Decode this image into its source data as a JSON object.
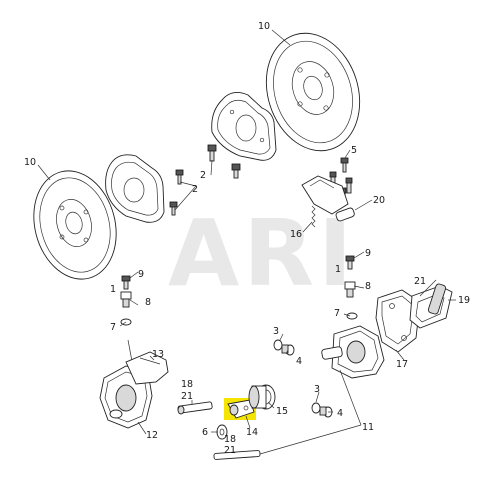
{
  "watermark": "ARI",
  "callouts": {
    "c10a": "10",
    "c10b": "10",
    "c2a": "2",
    "c2b": "2",
    "c5": "5",
    "c16": "16",
    "c20": "20",
    "c9a": "9",
    "c9b": "9",
    "c1a": "1",
    "c1b": "1",
    "c8a": "8",
    "c8b": "8",
    "c7a": "7",
    "c7b": "7",
    "c13": "13",
    "c12": "12",
    "c18a": "18",
    "c21a": "21",
    "c6": "6",
    "c18b": "18",
    "c21b": "21",
    "c14": "14",
    "c15": "15",
    "c3a": "3",
    "c4a": "4",
    "c3b": "3",
    "c4b": "4",
    "c11": "11",
    "c17": "17",
    "c21c": "21",
    "c19": "19"
  },
  "colors": {
    "highlight": "#f5e400",
    "watermark": "#e8e8e8",
    "line": "#333333"
  }
}
